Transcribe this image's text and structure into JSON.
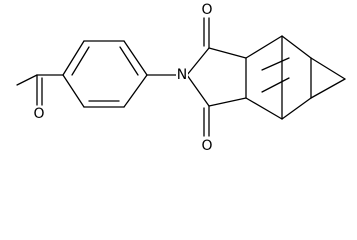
{
  "diagram": {
    "atoms": {
      "o_acetyl": "O",
      "o_imide_top": "O",
      "n_imide": "N",
      "o_imide_bottom": "O"
    },
    "colors": {
      "bond": "#000000",
      "label": "#000000",
      "background": "#ffffff"
    }
  }
}
